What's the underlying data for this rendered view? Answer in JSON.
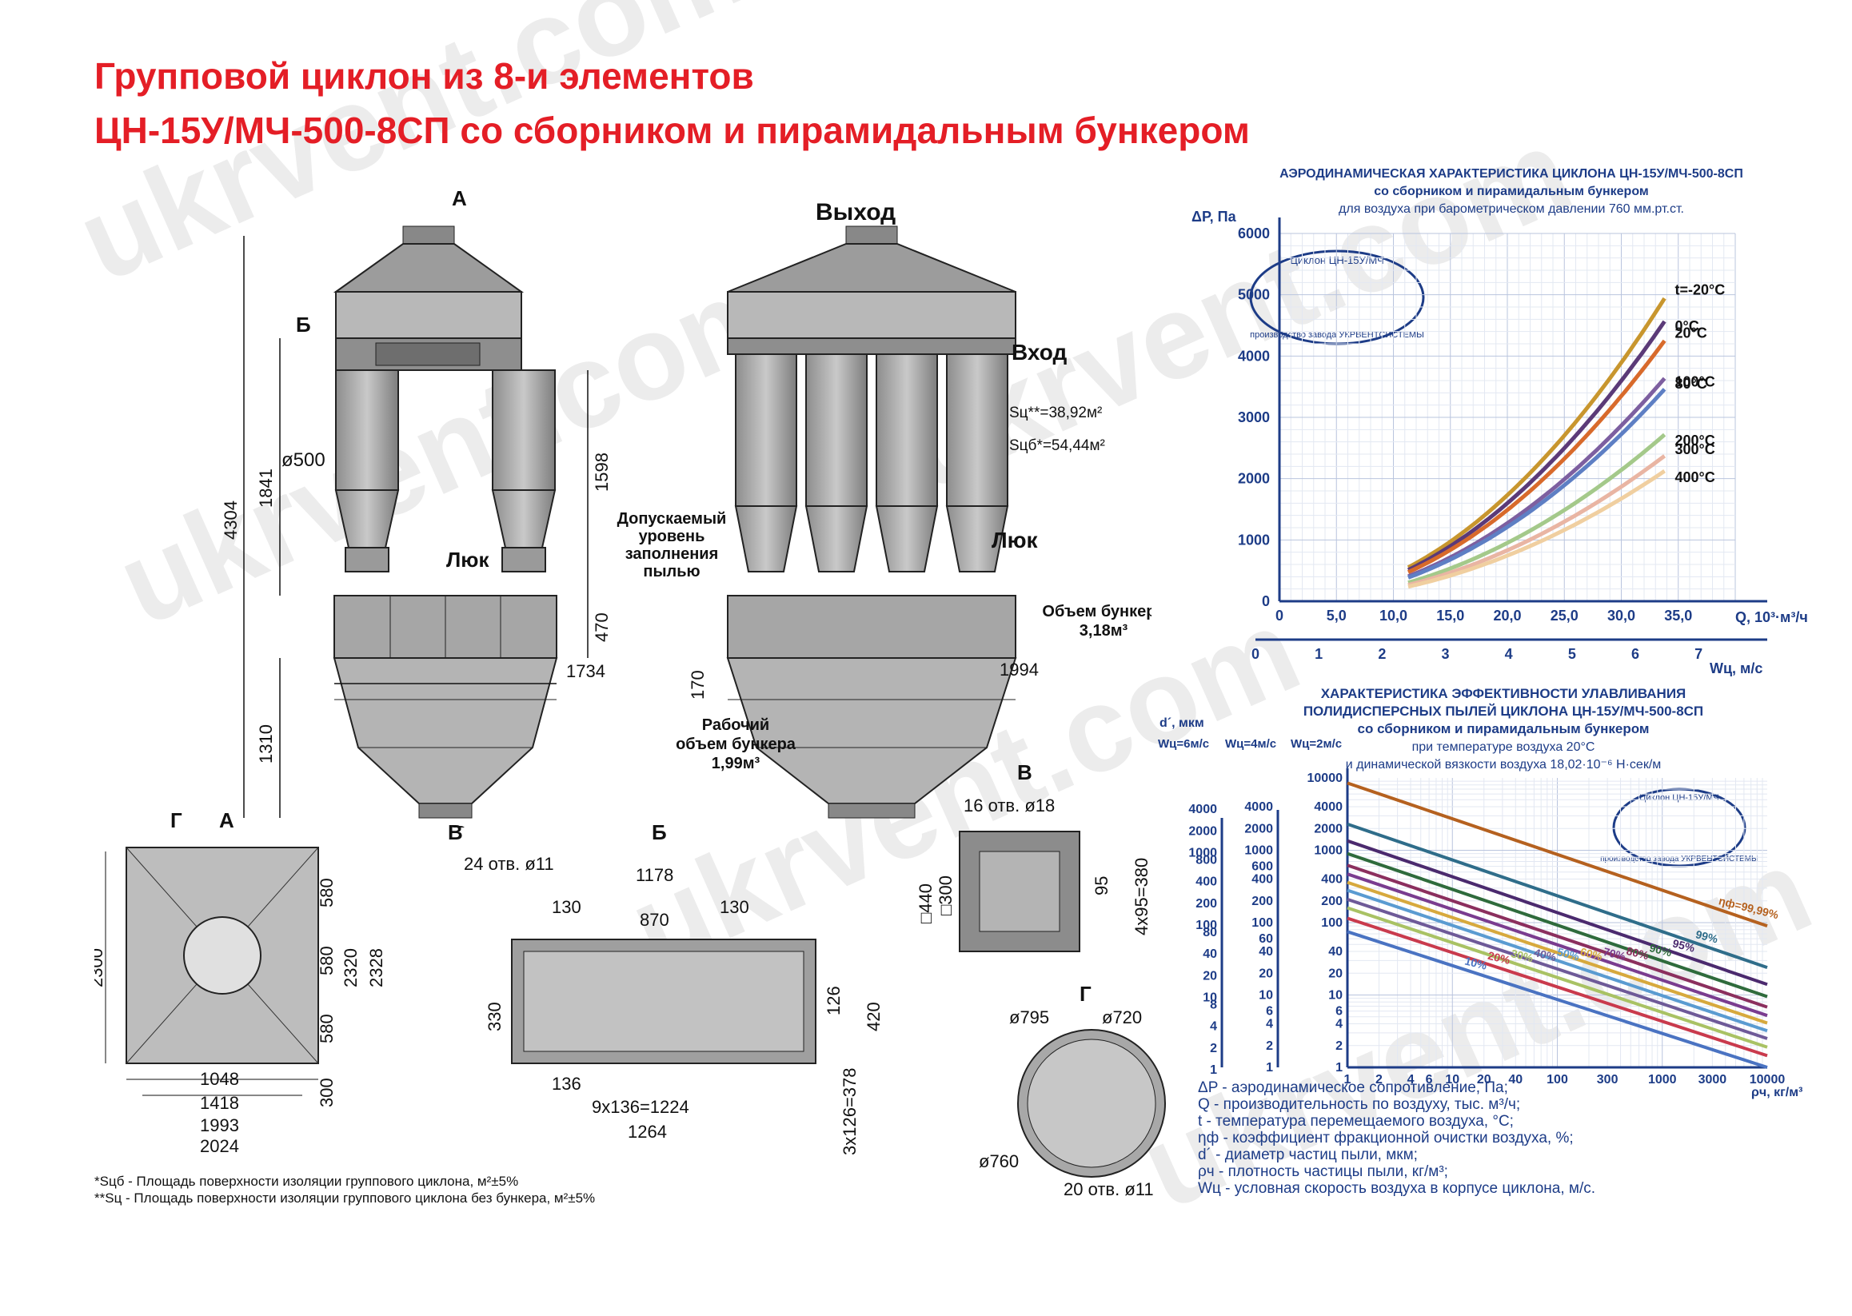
{
  "title": {
    "line1": "Групповой циклон из 8-и элементов",
    "line2": "ЦН-15У/МЧ-500-8СП со сборником и пирамидальным бункером"
  },
  "watermark": "ukrvent.com",
  "views": {
    "front": {
      "arrow_a": "А",
      "arrow_v": "В",
      "callout_b": "Б",
      "diam_pipe": "ø500",
      "hatch": "Люк",
      "dims": [
        "4304",
        "1841",
        "1598",
        "470",
        "1310",
        "1734"
      ]
    },
    "side": {
      "outlet": "Выход",
      "inlet": "Вход",
      "area_sc": "Sц**=38,92м²",
      "area_scb": "Sцб*=54,44м²",
      "dust_level": [
        "Допускаемый",
        "уровень",
        "заполнения",
        "пылью"
      ],
      "hatch": "Люк",
      "bunker_volume": [
        "Объем бункера",
        "3,18м³"
      ],
      "work_volume": [
        "Рабочий",
        "объем бункера",
        "1,99м³"
      ],
      "dims": [
        "170",
        "1994"
      ]
    },
    "plan_a": {
      "label": "А",
      "callout": "Г",
      "dims": [
        "2300",
        "580",
        "580",
        "580",
        "2320",
        "2328",
        "300",
        "1048",
        "1418",
        "1993",
        "2024"
      ]
    },
    "section_b": {
      "label": "Б",
      "side_label": "В",
      "holes": "24 отв. ø11",
      "dims": [
        "1178",
        "130",
        "870",
        "130",
        "330",
        "126",
        "420",
        "136",
        "9x136=1224",
        "1264",
        "3x126=378"
      ]
    },
    "section_v": {
      "label": "В",
      "holes": "16 отв. ø18",
      "dims": [
        "□440",
        "□300",
        "95",
        "4x95=380"
      ]
    },
    "section_g": {
      "label": "Г",
      "dims": [
        "ø795",
        "ø720",
        "ø760"
      ],
      "holes": "20 отв. ø11"
    }
  },
  "notes": [
    "*Sцб - Площадь поверхности изоляции группового циклона, м²±5%",
    "**Sц - Площадь поверхности изоляции группового циклона без бункера, м²±5%"
  ],
  "stamp": {
    "top": "Циклон ЦН-15У/МЧ",
    "bottom": "производство завода УКРВЕНТСИСТЕМЫ"
  },
  "chart_data": [
    {
      "type": "line",
      "title": "АЭРОДИНАМИЧЕСКАЯ ХАРАКТЕРИСТИКА ЦИКЛОНА ЦН-15У/МЧ-500-8СП",
      "subtitle": "со сборником и пирамидальным бункером",
      "subtitle2": "для воздуха при барометрическом давлении 760 мм.рт.ст.",
      "ylabel": "ΔP, Па",
      "xlabel": "Q, 10³·м³/ч",
      "x2label": "Wц, м/с",
      "ylim": [
        0,
        6000
      ],
      "xlim": [
        0,
        40
      ],
      "yticks": [
        "0",
        "1000",
        "2000",
        "3000",
        "4000",
        "5000",
        "6000"
      ],
      "xticks": [
        "0",
        "5,0",
        "10,0",
        "15,0",
        "20,0",
        "25,0",
        "30,0",
        "35,0"
      ],
      "x2ticks": [
        "0",
        "1",
        "2",
        "3",
        "4",
        "5",
        "6",
        "7"
      ],
      "grid": true,
      "series": [
        {
          "name": "t=-20°C",
          "color": "#c8962e",
          "x": [
            11.3,
            34
          ],
          "y": [
            560,
            5000
          ]
        },
        {
          "name": "0°C",
          "color": "#5b3a78",
          "x": [
            11.3,
            34
          ],
          "y": [
            520,
            4620
          ]
        },
        {
          "name": "20°C",
          "color": "#d86a2b",
          "x": [
            11.3,
            34
          ],
          "y": [
            490,
            4300
          ]
        },
        {
          "name": "80°C",
          "color": "#7d5fa0",
          "x": [
            11.3,
            34
          ],
          "y": [
            430,
            3680
          ]
        },
        {
          "name": "100°C",
          "color": "#5e7fc4",
          "x": [
            11.3,
            34
          ],
          "y": [
            410,
            3500
          ]
        },
        {
          "name": "200°C",
          "color": "#a4c98a",
          "x": [
            11.3,
            34
          ],
          "y": [
            330,
            2750
          ]
        },
        {
          "name": "300°C",
          "color": "#e9b5a3",
          "x": [
            11.3,
            34
          ],
          "y": [
            280,
            2400
          ]
        },
        {
          "name": "400°C",
          "color": "#f0cfa0",
          "x": [
            11.3,
            34
          ],
          "y": [
            250,
            2150
          ]
        }
      ]
    },
    {
      "type": "line",
      "title": "ХАРАКТЕРИСТИКА ЭФФЕКТИВНОСТИ УЛАВЛИВАНИЯ",
      "subtitle": "ПОЛИДИСПЕРСНЫХ ПЫЛЕЙ ЦИКЛОНА ЦН-15У/МЧ-500-8СП",
      "subtitle2": "со сборником и пирамидальным бункером",
      "subtitle3": "при температуре воздуха 20°C",
      "subtitle4": "и динамической вязкости воздуха 18,02·10⁻⁶ Н·сек/м",
      "ylabel": "d´, мкм",
      "ylabel_cols": [
        "Wц=6м/с",
        "Wц=4м/с",
        "Wц=2м/с"
      ],
      "xlabel": "ρч, кг/м³",
      "log_x": true,
      "log_y": true,
      "xlim": [
        1,
        10000
      ],
      "ylim": [
        1,
        10000
      ],
      "xticks": [
        "1",
        "2",
        "4",
        "6",
        "10",
        "20",
        "40",
        "100",
        "300",
        "1000",
        "3000",
        "10000"
      ],
      "yticks_main": [
        "1",
        "2",
        "4",
        "6",
        "10",
        "20",
        "40",
        "100",
        "200",
        "400",
        "1000",
        "2000",
        "4000",
        "10000"
      ],
      "yticks_6": [
        "1",
        "2",
        "4",
        "8",
        "10",
        "20",
        "40",
        "80",
        "100",
        "200",
        "400",
        "800",
        "1000",
        "2000",
        "4000"
      ],
      "yticks_4": [
        "1",
        "2",
        "4",
        "6",
        "10",
        "20",
        "40",
        "60",
        "100",
        "200",
        "400",
        "600",
        "1000",
        "2000",
        "4000"
      ],
      "grid": true,
      "series": [
        {
          "name": "ηф=99,99%",
          "color": "#b5611f",
          "y_at_1": 8500,
          "y_at_10000": 90
        },
        {
          "name": "99%",
          "color": "#2f6d8a",
          "y_at_1": 2300,
          "y_at_10000": 24
        },
        {
          "name": "95%",
          "color": "#4b2a6e",
          "y_at_1": 1350,
          "y_at_10000": 14
        },
        {
          "name": "90%",
          "color": "#2f6b3c",
          "y_at_1": 900,
          "y_at_10000": 9.5
        },
        {
          "name": "80%",
          "color": "#8b2f5e",
          "y_at_1": 620,
          "y_at_10000": 6.8
        },
        {
          "name": "70%",
          "color": "#7a3c8f",
          "y_at_1": 470,
          "y_at_10000": 5.2
        },
        {
          "name": "60%",
          "color": "#d7a93d",
          "y_at_1": 360,
          "y_at_10000": 4.1
        },
        {
          "name": "50%",
          "color": "#5a9bd1",
          "y_at_1": 280,
          "y_at_10000": 3.2
        },
        {
          "name": "40%",
          "color": "#6e5a98",
          "y_at_1": 210,
          "y_at_10000": 2.5
        },
        {
          "name": "30%",
          "color": "#a9c264",
          "y_at_1": 160,
          "y_at_10000": 1.9
        },
        {
          "name": "20%",
          "color": "#c93a4d",
          "y_at_1": 115,
          "y_at_10000": 1.45
        },
        {
          "name": "10%",
          "color": "#4a73c2",
          "y_at_1": 75,
          "y_at_10000": 1.0
        }
      ]
    }
  ],
  "legend": [
    "ΔP - аэродинамическое сопротивление, Па;",
    "Q - производительность по воздуху, тыс. м³/ч;",
    "t - температура перемещаемого воздуха, °С;",
    "ηф - коэффициент фракционной очистки воздуха, %;",
    "d´ - диаметр частиц пыли, мкм;",
    "ρч - плотность частицы пыли, кг/м³;",
    "Wц - условная скорость воздуха в корпусе циклона, м/с."
  ]
}
